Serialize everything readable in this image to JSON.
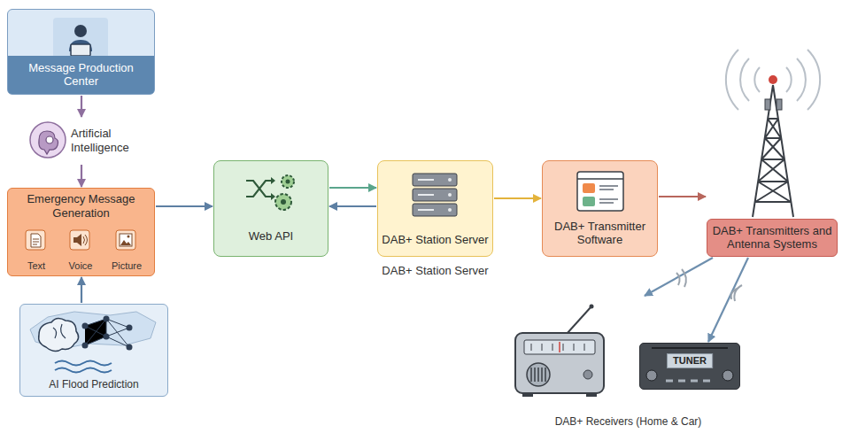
{
  "diagram": {
    "nodes": [
      {
        "text": [
          "Message Production Center"
        ]
      },
      {
        "text": [
          "Artificial Intelligence"
        ]
      },
      {
        "text": [
          "Emergency Message Generation"
        ]
      },
      {
        "text": [
          "Text"
        ],
        "in": 2
      },
      {
        "text": [
          "Voice"
        ],
        "in": 2
      },
      {
        "text": [
          "Picture"
        ],
        "in": 2
      },
      {
        "text": [
          "AI Flood Prediction"
        ]
      },
      {
        "text": [
          "Web API"
        ]
      },
      {
        "text": [
          "DAB+ Station Server",
          "DAB+ Station Server"
        ]
      },
      {
        "text": [
          "DAB+ Transmitter Software"
        ]
      },
      {
        "text": [
          "DAB+ Transmitters and Antenna Systems"
        ]
      },
      {
        "text": [
          "DAB+ Receivers (Home & Car)"
        ]
      },
      {
        "text": [
          "TUNER"
        ],
        "in": 11
      }
    ],
    "edges": [
      {
        "from": 0,
        "to": 1,
        "arrow": "to"
      },
      {
        "from": 1,
        "to": 2,
        "arrow": "to"
      },
      {
        "from": 6,
        "to": 2,
        "arrow": "to"
      },
      {
        "from": 2,
        "to": 7,
        "arrow": "to"
      },
      {
        "from": 7,
        "to": 8,
        "arrow": "to"
      },
      {
        "from": 8,
        "to": 7,
        "arrow": "to"
      },
      {
        "from": 8,
        "to": 9,
        "arrow": "to"
      },
      {
        "from": 9,
        "to": 10,
        "arrow": "to"
      },
      {
        "from": 10,
        "to": 11,
        "arrow": "to"
      },
      {
        "from": 10,
        "to": 12,
        "arrow": "to"
      }
    ]
  }
}
